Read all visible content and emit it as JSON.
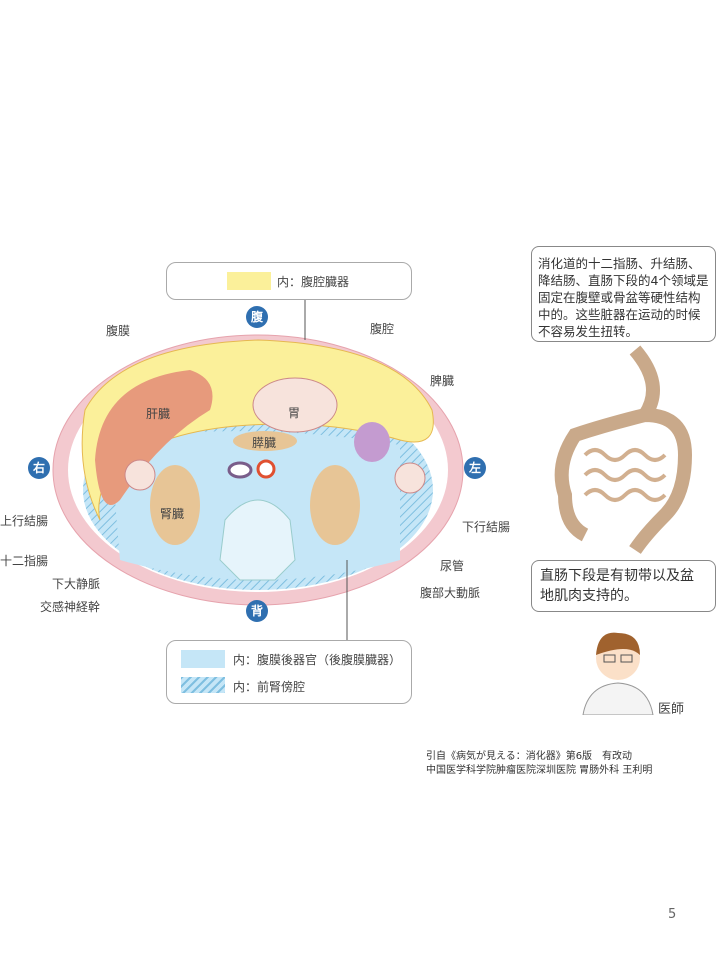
{
  "diagram": {
    "legend_top": "内：腹腔臓器",
    "legend_bottom": [
      "内：腹膜後器官（後腹膜臓器）",
      "内：前腎傍腔"
    ],
    "direction": {
      "front": "腹",
      "back": "背",
      "right": "右",
      "left": "左"
    },
    "labels": {
      "peritoneum": "腹膜",
      "cavity": "腹腔",
      "spleen": "脾臓",
      "liver": "肝臓",
      "stomach": "胃",
      "pancreas": "膵臓",
      "asc_colon": "上行結腸",
      "kidney": "腎臓",
      "duodenum": "十二指腸",
      "ivc": "下大静脈",
      "sympathetic": "交感神経幹",
      "desc_colon": "下行結腸",
      "ureter": "尿管",
      "aorta": "腹部大動脈"
    },
    "colors": {
      "intraperitoneal": "#fbf09a",
      "retroperitoneal": "#c5e6f7",
      "liver": "#e79a7c",
      "kidney": "#e7c596",
      "spleen": "#c49bd0"
    }
  },
  "note": "消化道的十二指肠、升结肠、降结肠、直肠下段的4个领域是固定在腹壁或骨盆等硬性结构中的。这些脏器在运动的时候不容易发生扭转。",
  "speech": "直肠下段是有韧带以及盆地肌肉支持的。",
  "doctor_label": "医師",
  "citation": [
    "引自《病気が見える：消化器》第6版　有改动",
    "中国医学科学院肿瘤医院深圳医院 胃肠外科 王利明"
  ],
  "page_number": "5"
}
